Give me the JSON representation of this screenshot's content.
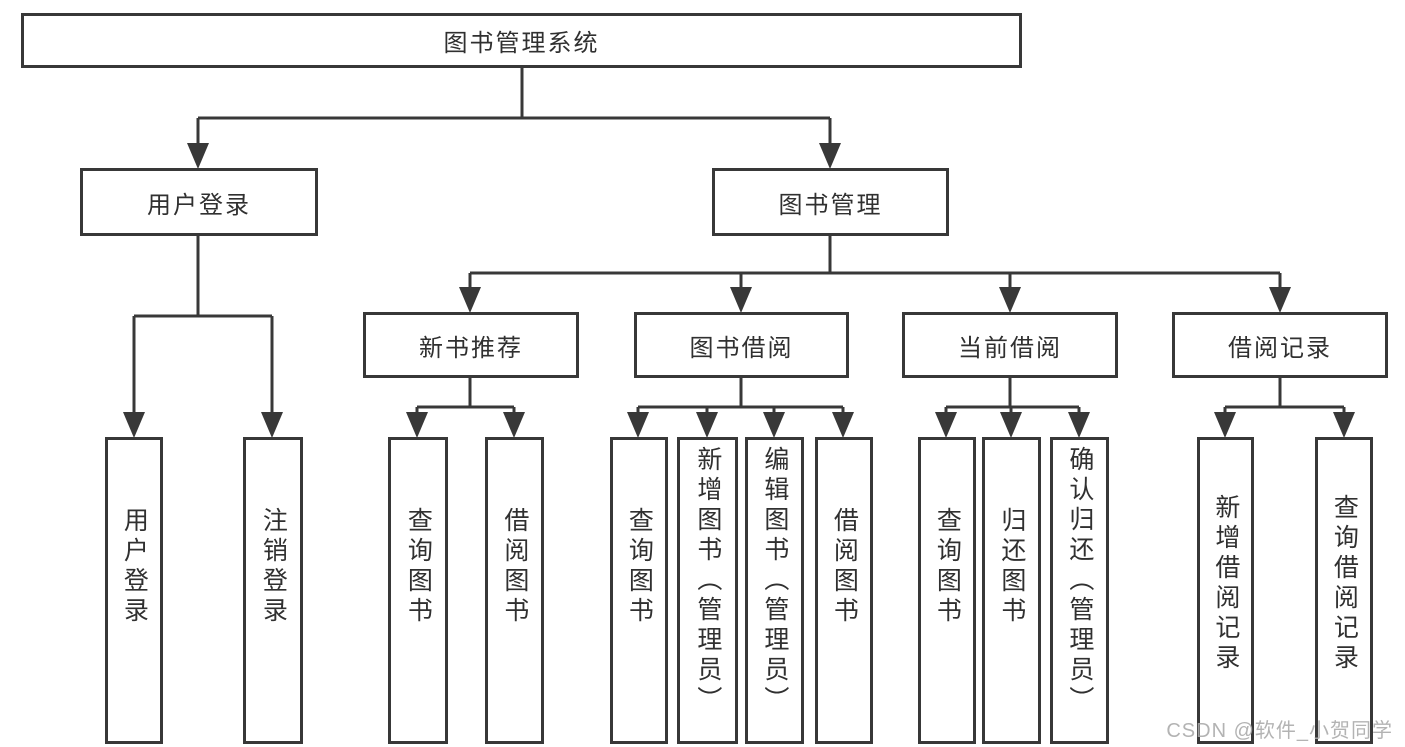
{
  "tree": {
    "label": "图书管理系统",
    "children": [
      {
        "label": "用户登录",
        "children": [
          {
            "label": "用户登录"
          },
          {
            "label": "注销登录"
          }
        ]
      },
      {
        "label": "图书管理",
        "children": [
          {
            "label": "新书推荐",
            "children": [
              {
                "label": "查询图书"
              },
              {
                "label": "借阅图书"
              }
            ]
          },
          {
            "label": "图书借阅",
            "children": [
              {
                "label": "查询图书"
              },
              {
                "label": "新增图书（管理员）"
              },
              {
                "label": "编辑图书（管理员）"
              },
              {
                "label": "借阅图书"
              }
            ]
          },
          {
            "label": "当前借阅",
            "children": [
              {
                "label": "查询图书"
              },
              {
                "label": "归还图书"
              },
              {
                "label": "确认归还（管理员）"
              }
            ]
          },
          {
            "label": "借阅记录",
            "children": [
              {
                "label": "新增借阅记录"
              },
              {
                "label": "查询借阅记录"
              }
            ]
          }
        ]
      }
    ]
  },
  "watermark": "CSDN @软件_小贺同学",
  "colors": {
    "line": "#383838",
    "text": "#303030",
    "background": "#ffffff",
    "watermark": "#a8a8a8"
  }
}
